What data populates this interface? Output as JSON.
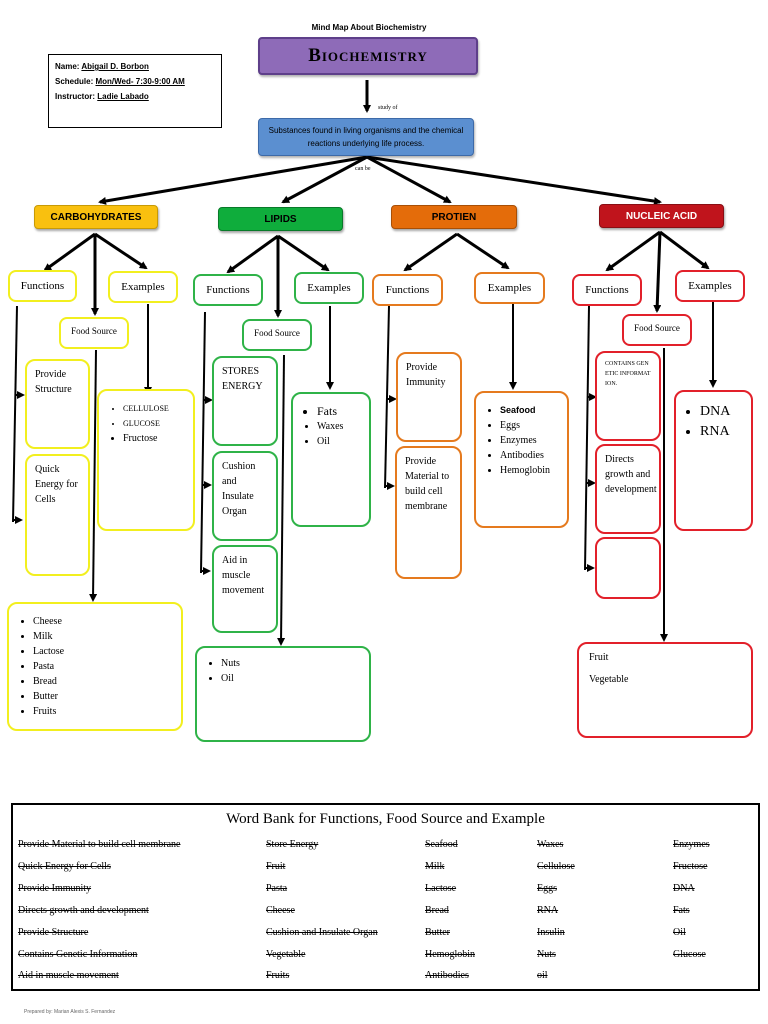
{
  "header": {
    "page_title": "Mind Map About Biochemistry",
    "main_title": "Biochemistry",
    "study_of": "study of",
    "definition": "Substances found in living organisms and the chemical reactions underlying life process.",
    "can_be": "can be"
  },
  "student": {
    "name_label": "Name:",
    "name": "Abigail D. Borbon",
    "schedule_label": "Schedule:",
    "schedule": "Mon/Wed- 7:30-9:00 AM",
    "instructor_label": "Instructor:",
    "instructor": "Ladie Labado"
  },
  "colors": {
    "carbohydrates": "#f9c00f",
    "lipids": "#0fad3c",
    "protein": "#e46c0a",
    "nucleic_acid": "#c0141c",
    "title": "#8e6bb8",
    "definition": "#5b8fd0"
  },
  "categories": {
    "carbohydrates": {
      "label": "CARBOHYDRATES",
      "functions_label": "Functions",
      "examples_label": "Examples",
      "food_source_label": "Food Source",
      "functions": [
        "Provide Structure",
        "Quick Energy for Cells"
      ],
      "examples": [
        "CELLULOSE",
        "GLUCOSE",
        "Fructose"
      ],
      "food_sources": [
        "Cheese",
        "Milk",
        "Lactose",
        "Pasta",
        "Bread",
        "Butter",
        "Fruits"
      ]
    },
    "lipids": {
      "label": "LIPIDS",
      "functions_label": "Functions",
      "examples_label": "Examples",
      "food_source_label": "Food Source",
      "functions": [
        "STORES ENERGY",
        "Cushion and Insulate Organ",
        "Aid in muscle movement"
      ],
      "examples": [
        "Fats",
        "Waxes",
        "Oil"
      ],
      "food_sources": [
        "Nuts",
        "Oil"
      ]
    },
    "protein": {
      "label": "PROTIEN",
      "functions_label": "Functions",
      "examples_label": "Examples",
      "functions": [
        "Provide Immunity",
        "Provide Material to build cell membrane"
      ],
      "examples": [
        "Seafood",
        "Eggs",
        "Enzymes",
        "Antibodies",
        "Hemoglobin"
      ]
    },
    "nucleic_acid": {
      "label": "NUCLEIC ACID",
      "functions_label": "Functions",
      "examples_label": "Examples",
      "food_source_label": "Food Source",
      "functions": [
        "CONTAINS GENETIC INFORMATION.",
        "Directs growth and development",
        ""
      ],
      "examples": [
        "DNA",
        "RNA"
      ],
      "food_sources": [
        "Fruit",
        "Vegetable"
      ]
    }
  },
  "word_bank": {
    "title": "Word Bank for Functions, Food Source and Example",
    "col1": [
      "Provide Material to build cell membrane",
      "Quick Energy for Cells",
      "Provide Immunity",
      "Directs growth and development",
      "Provide Structure",
      "Contains Genetic Information",
      "Aid in muscle movement"
    ],
    "col2": [
      "Store Energy",
      "Fruit",
      "Pasta",
      "Cheese",
      "Cushion and Insulate Organ",
      "Vegetable",
      "Fruits"
    ],
    "col3": [
      "Seafood",
      "Milk",
      "Lactose",
      "Bread",
      "Butter",
      "Hemoglobin",
      "Antibodies"
    ],
    "col4": [
      "Waxes",
      "Cellulose",
      "Eggs",
      "RNA",
      "Insulin",
      "Nuts",
      "oil"
    ],
    "col5": [
      "Enzymes",
      "Fructose",
      "DNA",
      "Fats",
      "Oil",
      "Glucose",
      ""
    ]
  },
  "footer": {
    "prepared_by": "Prepared by: Marian Alexis S. Fernandez"
  }
}
